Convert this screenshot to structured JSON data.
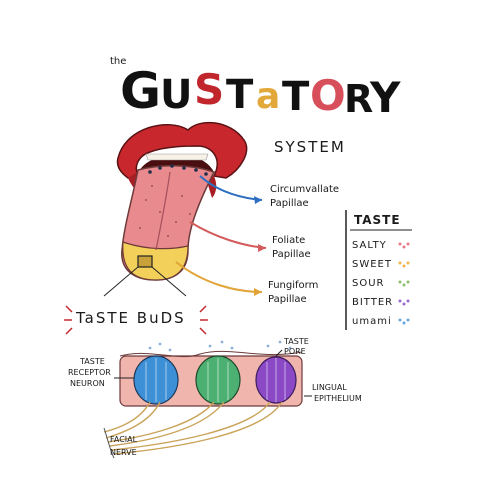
{
  "title": {
    "prefix": "the",
    "letters": [
      {
        "ch": "G",
        "color": "#111111"
      },
      {
        "ch": "U",
        "color": "#111111"
      },
      {
        "ch": "S",
        "color": "#c0262b"
      },
      {
        "ch": "T",
        "color": "#111111"
      },
      {
        "ch": "a",
        "color": "#e3a83a"
      },
      {
        "ch": "T",
        "color": "#111111"
      },
      {
        "ch": "O",
        "color": "#d64f5a"
      },
      {
        "ch": "R",
        "color": "#111111"
      },
      {
        "ch": "Y",
        "color": "#111111"
      }
    ],
    "subtitle": "SYSTEM"
  },
  "labels": {
    "circumvallate": [
      "Circumvallate",
      "Papillae"
    ],
    "foliate": [
      "Foliate",
      "Papillae"
    ],
    "fungiform": [
      "Fungiform",
      "Papillae"
    ],
    "taste_buds": "TaSTE BuDS",
    "taste_pore": [
      "TASTE",
      "PORE"
    ],
    "receptor": [
      "TASTE",
      "RECEPTOR",
      "NEURON"
    ],
    "lingual": [
      "LINGUAL",
      "EPITHELIUM"
    ],
    "facial_nerve": [
      "FACIAL",
      "NERVE"
    ]
  },
  "taste_list": {
    "header": "TASTE",
    "items": [
      {
        "label": "SALTY",
        "dot": "#e87a8a"
      },
      {
        "label": "SWEET",
        "dot": "#f0b64a"
      },
      {
        "label": "SOUR",
        "dot": "#8cc06a"
      },
      {
        "label": "BITTER",
        "dot": "#9b6ad0"
      },
      {
        "label": "umami",
        "dot": "#6aa6e0"
      }
    ]
  },
  "colors": {
    "lips": "#c8282d",
    "tongue": "#e98a8f",
    "tongue_base": "#f3d05a",
    "epithelium": "#f0b5ad",
    "neuron_blue": "#3d8fd6",
    "neuron_green": "#4bb071",
    "neuron_purple": "#8b49c6",
    "arrow_blue": "#2f6fc1",
    "arrow_red": "#d35b5b",
    "arrow_yellow": "#e0a437",
    "nerve": "#caa35a"
  }
}
